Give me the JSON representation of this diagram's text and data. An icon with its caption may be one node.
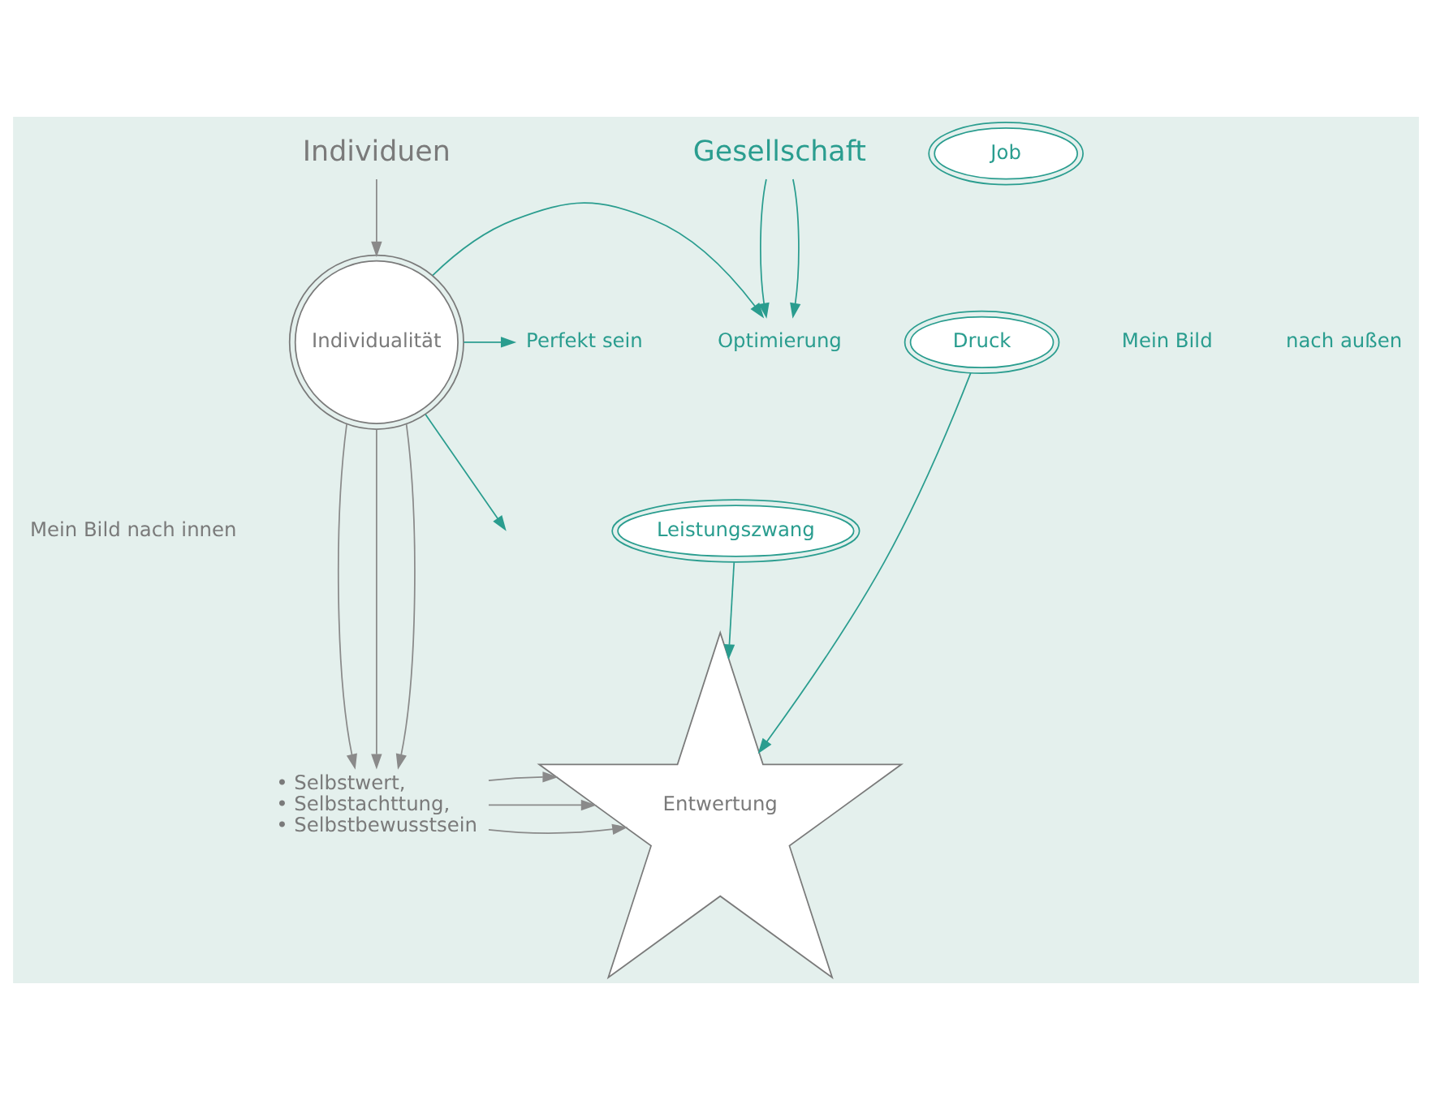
{
  "diagram": {
    "nodes": [
      {
        "text": [
          "Gesellschaft"
        ]
      },
      {
        "text": [
          "Individuen"
        ]
      },
      {
        "text": [
          "Optimierung"
        ]
      },
      {
        "text": [
          "Perfekt sein"
        ]
      },
      {
        "text": [
          "Individualität"
        ]
      },
      {
        "text": [
          "Job"
        ]
      },
      {
        "text": [
          "Druck"
        ]
      },
      {
        "text": [
          "Leistungszwang"
        ]
      },
      {
        "text": [
          "Entwertung"
        ]
      },
      {
        "text": [
          "• Selbstwert,",
          "• Selbstachttung,",
          "• Selbstbewusstsein"
        ]
      }
    ],
    "edges": [
      {
        "from": 0,
        "to": 2,
        "arrow": "to",
        "color": "#2a9d8f"
      },
      {
        "from": 0,
        "to": 2,
        "arrow": "to",
        "color": "#2a9d8f"
      },
      {
        "from": 1,
        "to": 4,
        "arrow": "to",
        "color": "#8a8a8a"
      },
      {
        "from": 4,
        "to": 2,
        "arrow": "to",
        "color": "#2a9d8f"
      },
      {
        "from": 4,
        "to": null,
        "arrow": "to",
        "color": "#2a9d8f"
      },
      {
        "from": 4,
        "to": 3,
        "arrow": "to",
        "color": "#2a9d8f"
      },
      {
        "from": 4,
        "to": 9,
        "arrow": "to",
        "color": "#8a8a8a"
      },
      {
        "from": 4,
        "to": 9,
        "arrow": "to",
        "color": "#8a8a8a"
      },
      {
        "from": 4,
        "to": 9,
        "arrow": "to",
        "color": "#8a8a8a"
      },
      {
        "from": 6,
        "to": 8,
        "arrow": "to",
        "color": "#2a9d8f"
      },
      {
        "from": 7,
        "to": 8,
        "arrow": "to",
        "color": "#2a9d8f"
      },
      {
        "from": 9,
        "to": 8,
        "arrow": "to",
        "color": "#8a8a8a"
      },
      {
        "from": 9,
        "to": 8,
        "arrow": "to",
        "color": "#8a8a8a"
      },
      {
        "from": 9,
        "to": 8,
        "arrow": "to",
        "color": "#8a8a8a"
      }
    ],
    "labels": [
      "Mein Bild",
      "nach außen",
      "Mein Bild nach innen"
    ]
  }
}
